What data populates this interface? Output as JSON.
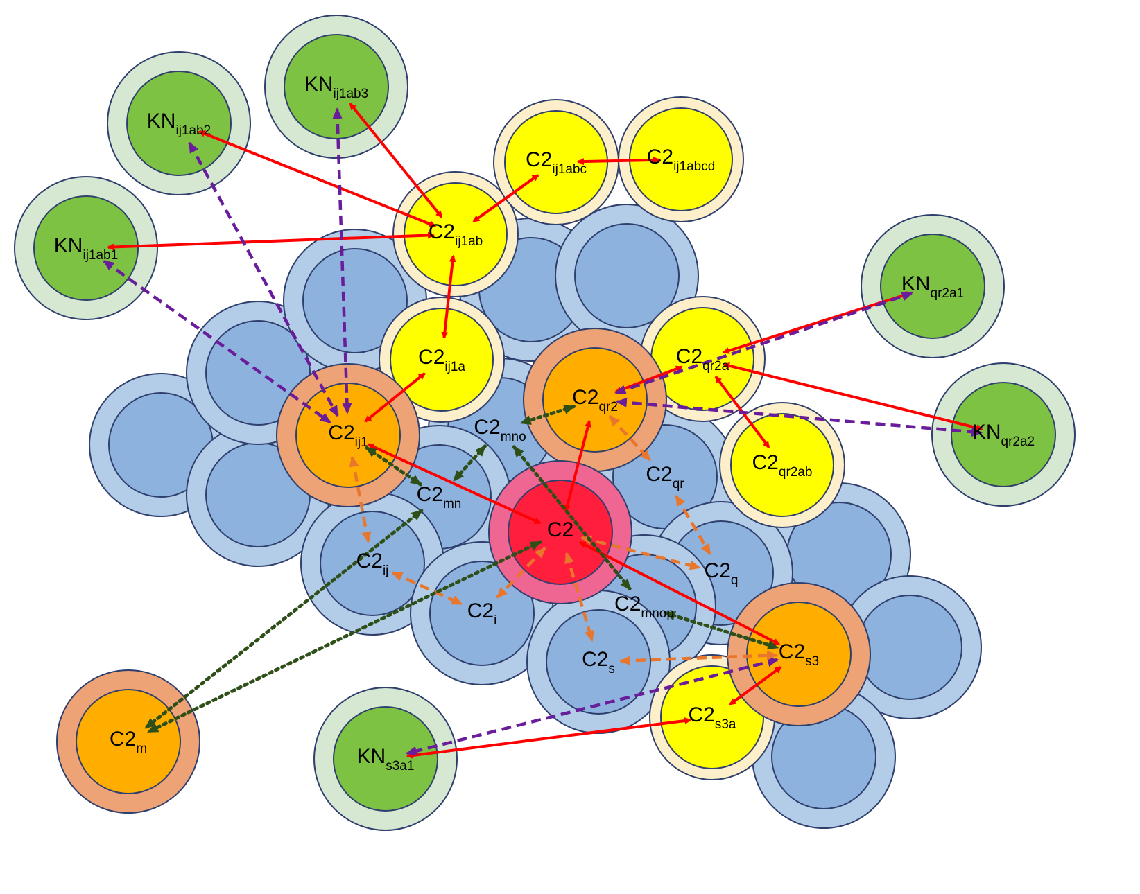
{
  "colors": {
    "blue_outer": "#b3cde8",
    "blue_inner": "#8db2dd",
    "yellow_outer": "#fdefc9",
    "yellow_inner": "#ffff00",
    "green_outer": "#d6e8d2",
    "green_inner": "#7dc242",
    "orange_outer": "#eda375",
    "orange_inner": "#ffae00",
    "red_outer": "#f06692",
    "red_inner": "#ff1f3c",
    "stroke": "#2f3f6e",
    "edge_red": "#ff0000",
    "edge_purple": "#6a1d9a",
    "edge_orange": "#e8772d",
    "edge_darkgreen": "#2f4f18"
  },
  "nodes": [
    {
      "id": "C2",
      "base": "C2",
      "sub": "",
      "kind": "red"
    },
    {
      "id": "C2_ij1",
      "base": "C2",
      "sub": "ij1",
      "kind": "orange"
    },
    {
      "id": "C2_qr2",
      "base": "C2",
      "sub": "qr2",
      "kind": "orange"
    },
    {
      "id": "C2_s3",
      "base": "C2",
      "sub": "s3",
      "kind": "orange"
    },
    {
      "id": "C2_m",
      "base": "C2",
      "sub": "m",
      "kind": "orange"
    },
    {
      "id": "C2_ij1a",
      "base": "C2",
      "sub": "ij1a",
      "kind": "yellow"
    },
    {
      "id": "C2_ij1ab",
      "base": "C2",
      "sub": "ij1ab",
      "kind": "yellow"
    },
    {
      "id": "C2_ij1abc",
      "base": "C2",
      "sub": "ij1abc",
      "kind": "yellow"
    },
    {
      "id": "C2_ij1abcd",
      "base": "C2",
      "sub": "ij1abcd",
      "kind": "yellow"
    },
    {
      "id": "C2_qr2a",
      "base": "C2",
      "sub": "qr2a",
      "kind": "yellow"
    },
    {
      "id": "C2_qr2ab",
      "base": "C2",
      "sub": "qr2ab",
      "kind": "yellow"
    },
    {
      "id": "C2_s3a",
      "base": "C2",
      "sub": "s3a",
      "kind": "yellow"
    },
    {
      "id": "KN_ij1ab1",
      "base": "KN",
      "sub": "ij1ab1",
      "kind": "green"
    },
    {
      "id": "KN_ij1ab2",
      "base": "KN",
      "sub": "ij1ab2",
      "kind": "green"
    },
    {
      "id": "KN_ij1ab3",
      "base": "KN",
      "sub": "ij1ab3",
      "kind": "green"
    },
    {
      "id": "KN_qr2a1",
      "base": "KN",
      "sub": "qr2a1",
      "kind": "green"
    },
    {
      "id": "KN_qr2a2",
      "base": "KN",
      "sub": "qr2a2",
      "kind": "green"
    },
    {
      "id": "KN_s3a1",
      "base": "KN",
      "sub": "s3a1",
      "kind": "green"
    },
    {
      "id": "C2_mno",
      "base": "C2",
      "sub": "mno",
      "kind": "blue"
    },
    {
      "id": "C2_mn",
      "base": "C2",
      "sub": "mn",
      "kind": "blue"
    },
    {
      "id": "C2_ij",
      "base": "C2",
      "sub": "ij",
      "kind": "blue"
    },
    {
      "id": "C2_i",
      "base": "C2",
      "sub": "i",
      "kind": "blue"
    },
    {
      "id": "C2_qr",
      "base": "C2",
      "sub": "qr",
      "kind": "blue"
    },
    {
      "id": "C2_q",
      "base": "C2",
      "sub": "q",
      "kind": "blue"
    },
    {
      "id": "C2_mnop",
      "base": "C2",
      "sub": "mnop",
      "kind": "blue"
    },
    {
      "id": "C2_s",
      "base": "C2",
      "sub": "s",
      "kind": "blue"
    }
  ],
  "edges": [
    {
      "from": "C2_ij1abc",
      "to": "C2_ij1abcd",
      "style": "red"
    },
    {
      "from": "C2_ij1ab",
      "to": "C2_ij1abc",
      "style": "red"
    },
    {
      "from": "KN_ij1ab2",
      "to": "C2_ij1ab",
      "style": "red"
    },
    {
      "from": "KN_ij1ab3",
      "to": "C2_ij1ab",
      "style": "red"
    },
    {
      "from": "KN_ij1ab1",
      "to": "C2_ij1ab",
      "style": "red"
    },
    {
      "from": "C2_ij1ab",
      "to": "C2_ij1a",
      "style": "red"
    },
    {
      "from": "C2_ij1a",
      "to": "C2_ij1",
      "style": "red"
    },
    {
      "from": "C2_ij1",
      "to": "C2",
      "style": "red"
    },
    {
      "from": "C2",
      "to": "C2_qr2",
      "style": "red"
    },
    {
      "from": "C2",
      "to": "C2_s3",
      "style": "red"
    },
    {
      "from": "C2_qr2",
      "to": "C2_qr2a",
      "style": "red"
    },
    {
      "from": "C2_qr2a",
      "to": "KN_qr2a1",
      "style": "red"
    },
    {
      "from": "C2_qr2a",
      "to": "KN_qr2a2",
      "style": "red"
    },
    {
      "from": "C2_qr2a",
      "to": "C2_qr2ab",
      "style": "red"
    },
    {
      "from": "C2_s3",
      "to": "C2_s3a",
      "style": "red"
    },
    {
      "from": "C2_s3a",
      "to": "KN_s3a1",
      "style": "red"
    },
    {
      "from": "KN_ij1ab1",
      "to": "C2_ij1",
      "style": "purple"
    },
    {
      "from": "KN_ij1ab2",
      "to": "C2_ij1",
      "style": "purple"
    },
    {
      "from": "KN_ij1ab3",
      "to": "C2_ij1",
      "style": "purple"
    },
    {
      "from": "C2_qr2",
      "to": "KN_qr2a1",
      "style": "purple"
    },
    {
      "from": "C2_qr2",
      "to": "KN_qr2a2",
      "style": "purple"
    },
    {
      "from": "C2_s3",
      "to": "KN_s3a1",
      "style": "purple"
    },
    {
      "from": "C2_ij1",
      "to": "C2_ij",
      "style": "orange"
    },
    {
      "from": "C2_ij",
      "to": "C2_i",
      "style": "orange"
    },
    {
      "from": "C2",
      "to": "C2_i",
      "style": "orange"
    },
    {
      "from": "C2",
      "to": "C2_s",
      "style": "orange"
    },
    {
      "from": "C2",
      "to": "C2_q",
      "style": "orange"
    },
    {
      "from": "C2_qr2",
      "to": "C2_qr",
      "style": "orange"
    },
    {
      "from": "C2_qr",
      "to": "C2_q",
      "style": "orange"
    },
    {
      "from": "C2_s",
      "to": "C2_s3",
      "style": "orange"
    },
    {
      "from": "C2_qr2",
      "to": "C2_mno",
      "style": "darkgreen"
    },
    {
      "from": "C2_mno",
      "to": "C2_mn",
      "style": "darkgreen"
    },
    {
      "from": "C2_mn",
      "to": "C2_ij1",
      "style": "darkgreen"
    },
    {
      "from": "C2_mno",
      "to": "C2_mnop",
      "style": "darkgreen"
    },
    {
      "from": "C2_mnop",
      "to": "C2_s3",
      "style": "darkgreen"
    },
    {
      "from": "C2_mn",
      "to": "C2_m",
      "style": "darkgreen"
    },
    {
      "from": "C2",
      "to": "C2_m",
      "style": "darkgreen"
    }
  ]
}
